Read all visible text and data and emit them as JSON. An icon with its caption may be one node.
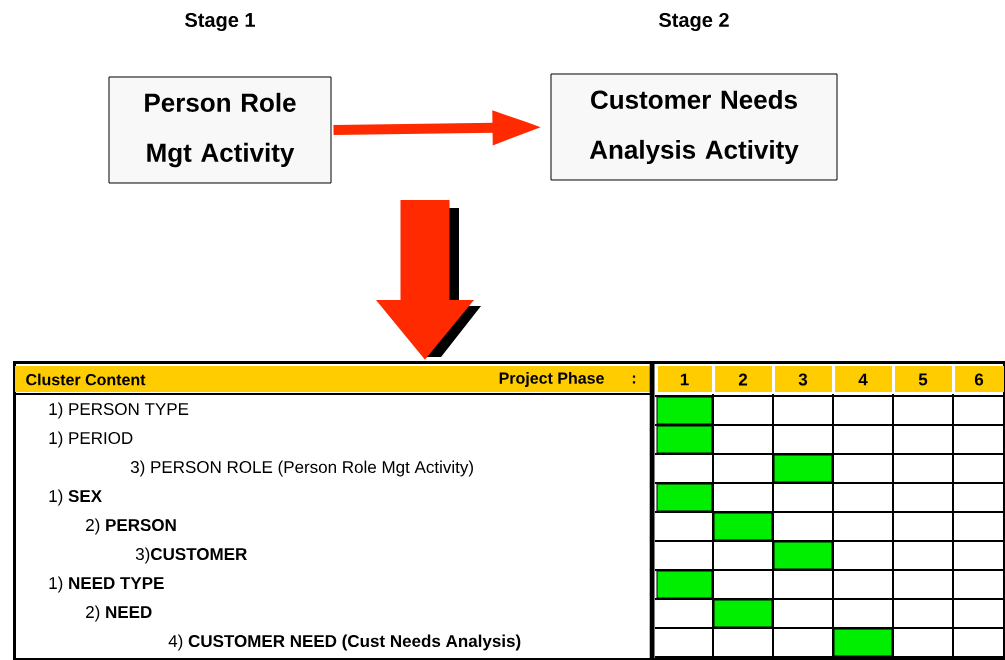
{
  "diagram": {
    "nodes": [
      {
        "text": [
          "Stage 1",
          "Person Role Mgt Activity"
        ]
      },
      {
        "text": [
          "Stage 2",
          "Customer Needs Analysis  Activity"
        ]
      },
      {
        "text": [],
        "shape": "box"
      }
    ],
    "edges": [
      {
        "from": 0,
        "to": 1,
        "arrow": "to"
      },
      {
        "from": null,
        "to": 2,
        "arrow": "to",
        "style": "thick"
      }
    ],
    "labels": [
      "Cluster Content",
      "Project Phase",
      ":",
      "1",
      "2",
      "3",
      "4",
      "5",
      "6",
      "1) PERSON TYPE",
      "1) PERIOD",
      "3) PERSON ROLE (Person Role Mgt Activity)",
      "1) **SEX**",
      "2) **PERSON**",
      "3)**CUSTOMER**",
      "1) **NEED TYPE**",
      "2) **NEED**",
      "4) **CUSTOMER NEED (Cust Needs Analysis)**"
    ]
  }
}
